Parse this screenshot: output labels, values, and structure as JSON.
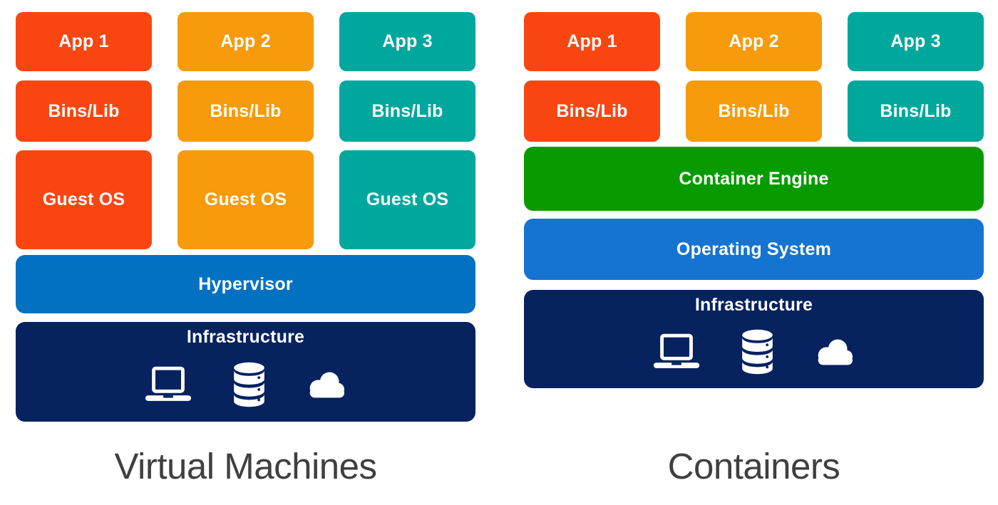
{
  "colors": {
    "app1": "#F94611",
    "app2": "#F79A0B",
    "app3": "#00A79D",
    "hypervisor": "#0271C2",
    "operating_system": "#1574D1",
    "container_engine": "#089B00",
    "infrastructure": "#06225F",
    "title_text": "#3F3F3F",
    "label_text": "#FFFFFF"
  },
  "vm_stack": {
    "title": "Virtual Machines",
    "columns": [
      {
        "app": "App 1",
        "bins": "Bins/Lib",
        "guest_os": "Guest OS"
      },
      {
        "app": "App 2",
        "bins": "Bins/Lib",
        "guest_os": "Guest OS"
      },
      {
        "app": "App 3",
        "bins": "Bins/Lib",
        "guest_os": "Guest OS"
      }
    ],
    "hypervisor": "Hypervisor",
    "infrastructure": "Infrastructure"
  },
  "container_stack": {
    "title": "Containers",
    "columns": [
      {
        "app": "App 1",
        "bins": "Bins/Lib"
      },
      {
        "app": "App 2",
        "bins": "Bins/Lib"
      },
      {
        "app": "App 3",
        "bins": "Bins/Lib"
      }
    ],
    "container_engine": "Container Engine",
    "operating_system": "Operating System",
    "infrastructure": "Infrastructure"
  },
  "icons": {
    "laptop": "laptop-icon",
    "database": "database-icon",
    "cloud": "cloud-icon"
  }
}
